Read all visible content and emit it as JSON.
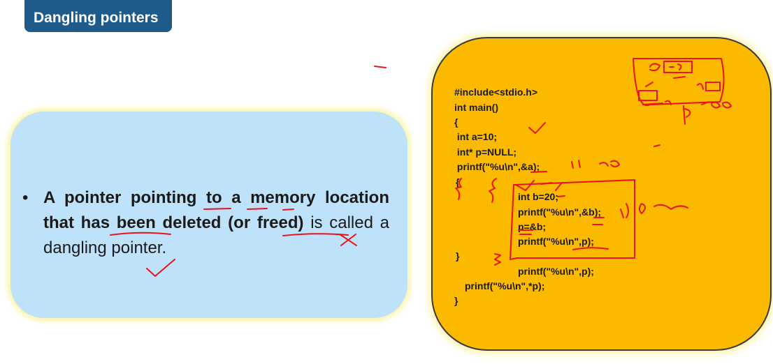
{
  "slide": {
    "title": "Dangling pointers",
    "bullet": {
      "part1": "A pointer pointing to a memory location that has been deleted (or freed)",
      "part2": " is called a dangling pointer."
    },
    "code": [
      "#include<stdio.h>",
      "int main()",
      "{",
      " int a=10;",
      " int* p=NULL;",
      " printf(\"%u\\n\",&a);",
      "{",
      "int b=20;",
      "printf(\"%u\\n\",&b);",
      "p=&b;",
      "printf(\"%u\\n\",p);",
      "}",
      "printf(\"%u\\n\",p);",
      "printf(\"%u\\n\",*p);",
      "}"
    ]
  },
  "colors": {
    "title_bg": "#1e5b8a",
    "blue_box": "#bfe2fb",
    "code_box": "#fbb900",
    "annotation_ink": "#e8141b"
  }
}
